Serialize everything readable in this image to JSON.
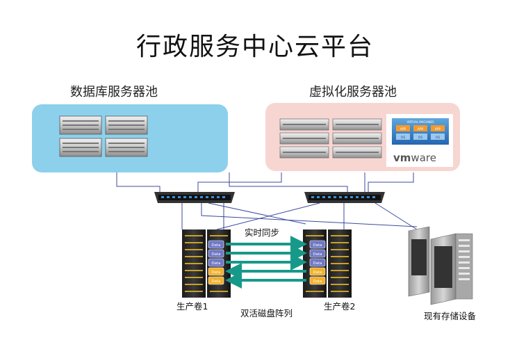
{
  "title": "行政服务中心云平台",
  "pools": {
    "database": {
      "label": "数据库服务器池",
      "fill": "#8dd0ec"
    },
    "virtual": {
      "label": "虚拟化服务器池",
      "fill": "#f7d6d2"
    }
  },
  "vmware": {
    "header": "VIRTUAL MACHINES",
    "app_label": "APP",
    "os_label": "OS",
    "brand_vm": "vm",
    "brand_ware": "ware"
  },
  "storage": {
    "sync_label": "实时同步",
    "volume1_label": "生产卷1",
    "volume2_label": "生产卷2",
    "array_label": "双活磁盘阵列",
    "existing_label": "现有存储设备",
    "data_label": "Data"
  },
  "colors": {
    "arrow": "#17998a",
    "link": "#3c4a9c",
    "disk_blue": "#6f78c6",
    "disk_yellow": "#f2b12c"
  }
}
